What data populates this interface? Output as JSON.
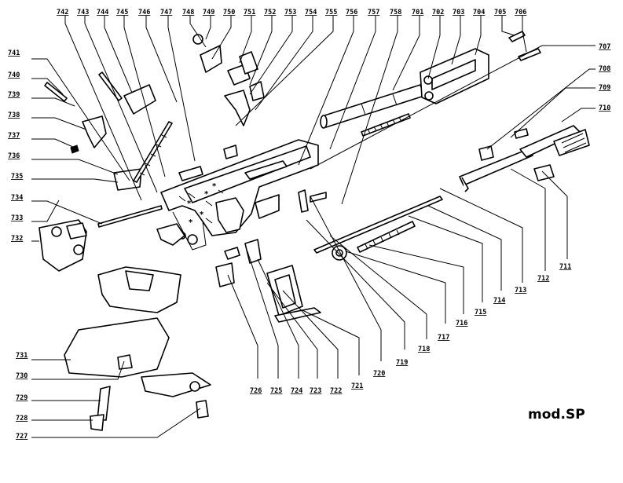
{
  "model": "mod.SP",
  "part_numbers": {
    "p701": "701",
    "p702": "702",
    "p703": "703",
    "p704": "704",
    "p705": "705",
    "p706": "706",
    "p707": "707",
    "p708": "708",
    "p709": "709",
    "p710": "710",
    "p711": "711",
    "p712": "712",
    "p713": "713",
    "p714": "714",
    "p715": "715",
    "p716": "716",
    "p717": "717",
    "p718": "718",
    "p719": "719",
    "p720": "720",
    "p721": "721",
    "p722": "722",
    "p723": "723",
    "p724": "724",
    "p725": "725",
    "p726": "726",
    "p727": "727",
    "p728": "728",
    "p729": "729",
    "p730": "730",
    "p731": "731",
    "p732": "732",
    "p733": "733",
    "p734": "734",
    "p735": "735",
    "p736": "736",
    "p737": "737",
    "p738": "738",
    "p739": "739",
    "p740": "740",
    "p741": "741",
    "p742": "742",
    "p743": "743",
    "p744": "744",
    "p745": "745",
    "p746": "746",
    "p747": "747",
    "p748": "748",
    "p749": "749",
    "p750": "750",
    "p751": "751",
    "p752": "752",
    "p753": "753",
    "p754": "754",
    "p755": "755",
    "p756": "756",
    "p757": "757",
    "p758": "758"
  }
}
